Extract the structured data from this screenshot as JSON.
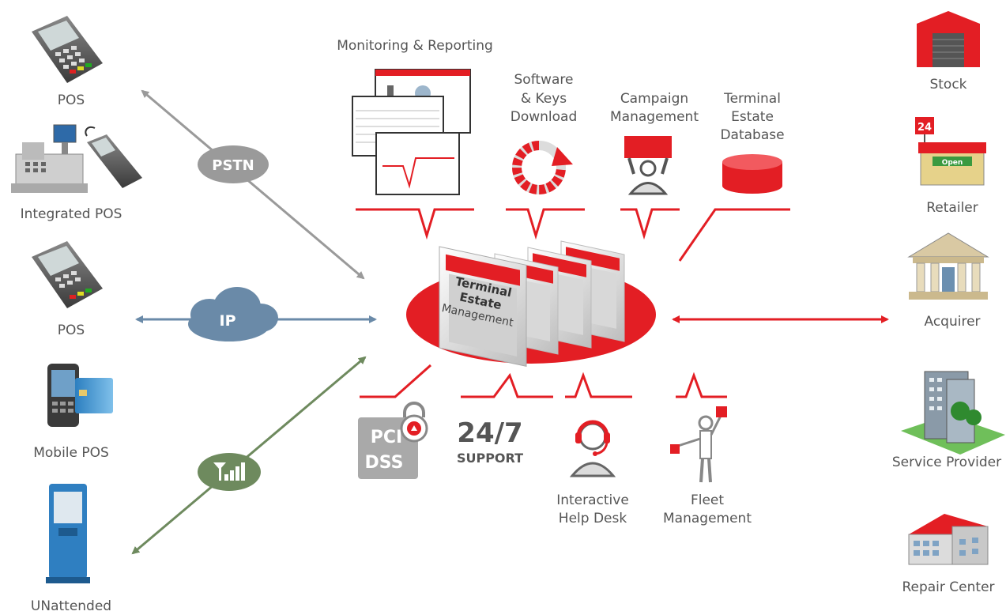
{
  "colors": {
    "red": "#e31e24",
    "gray_line": "#9a9a9a",
    "blue_line": "#6a8aa8",
    "green_line": "#6e8a5e",
    "label": "#555555"
  },
  "left_devices": {
    "pos_top": "POS",
    "integrated_pos": "Integrated POS",
    "pos_mid": "POS",
    "mobile_pos": "Mobile POS",
    "unattended": "UNattended"
  },
  "connections": {
    "pstn": "PSTN",
    "ip": "IP",
    "wireless_icon": "signal-bars-icon"
  },
  "top_services": {
    "monitoring": "Monitoring & Reporting",
    "software_keys": [
      "Software",
      "& Keys",
      "Download"
    ],
    "campaign": [
      "Campaign",
      "Management"
    ],
    "estate_db": [
      "Terminal",
      "Estate",
      "Database"
    ]
  },
  "center": {
    "line1": "Terminal",
    "line2": "Estate",
    "line3": "Management"
  },
  "bottom_services": {
    "pci_line1": "PCI",
    "pci_line2": "DSS",
    "support_big": "24/7",
    "support_small": "SUPPORT",
    "helpdesk": [
      "Interactive",
      "Help Desk"
    ],
    "fleet": [
      "Fleet",
      "Management"
    ]
  },
  "right_parties": {
    "stock": "Stock",
    "retailer": "Retailer",
    "retailer_sign": "24",
    "retailer_open": "Open",
    "acquirer": "Acquirer",
    "service_provider": "Service Provider",
    "repair_center": "Repair Center"
  }
}
